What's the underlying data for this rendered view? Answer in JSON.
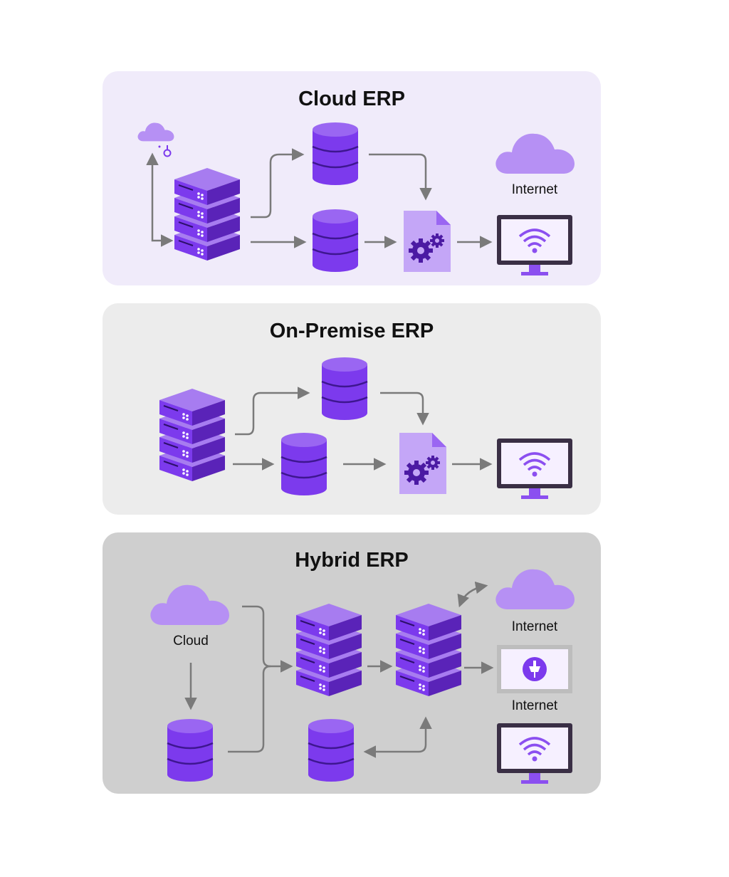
{
  "colors": {
    "cloud_panel_bg": "#f0ebfa",
    "onprem_panel_bg": "#ececec",
    "hybrid_panel_bg": "#cfcfcf",
    "purple_main": "#7c3aed",
    "purple_light": "#a77cf0",
    "purple_dark": "#5a23b8",
    "cloud_fill": "#b690f4",
    "arrow": "#7a7a7a"
  },
  "panels": {
    "cloud": {
      "title": "Cloud ERP",
      "internet_label": "Internet"
    },
    "onprem": {
      "title": "On-Premise ERP"
    },
    "hybrid": {
      "title": "Hybrid ERP",
      "cloud_label": "Cloud",
      "internet_label_top": "Internet",
      "internet_label_mid": "Internet"
    }
  },
  "icons": [
    "server-stack-icon",
    "database-icon",
    "gear-document-icon",
    "wifi-monitor-icon",
    "cloud-icon",
    "plug-icon",
    "cloud-sync-icon"
  ]
}
